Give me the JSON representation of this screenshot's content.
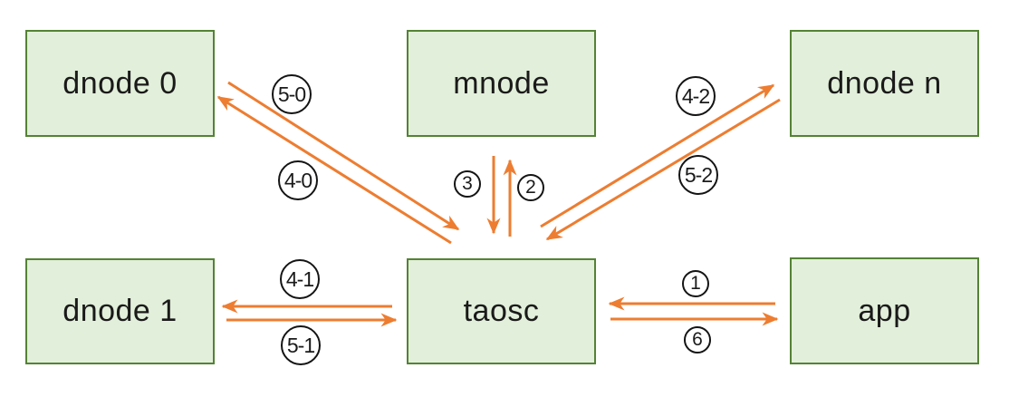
{
  "nodes": {
    "dnode0": {
      "label": "dnode 0"
    },
    "mnode": {
      "label": "mnode"
    },
    "dnoden": {
      "label": "dnode n"
    },
    "dnode1": {
      "label": "dnode 1"
    },
    "taosc": {
      "label": "taosc"
    },
    "app": {
      "label": "app"
    }
  },
  "edges": {
    "e5_0": {
      "label": "5-0",
      "from": "dnode 0",
      "to": "taosc"
    },
    "e4_0": {
      "label": "4-0",
      "from": "taosc",
      "to": "dnode 0"
    },
    "e3": {
      "label": "3",
      "from": "mnode",
      "to": "taosc"
    },
    "e2": {
      "label": "2",
      "from": "taosc",
      "to": "mnode"
    },
    "e4_2": {
      "label": "4-2",
      "from": "taosc",
      "to": "dnode n"
    },
    "e5_2": {
      "label": "5-2",
      "from": "dnode n",
      "to": "taosc"
    },
    "e4_1": {
      "label": "4-1",
      "from": "taosc",
      "to": "dnode 1"
    },
    "e5_1": {
      "label": "5-1",
      "from": "dnode 1",
      "to": "taosc"
    },
    "e1": {
      "label": "1",
      "from": "app",
      "to": "taosc"
    },
    "e6": {
      "label": "6",
      "from": "taosc",
      "to": "app"
    }
  },
  "colors": {
    "node_fill": "#e2efda",
    "node_border": "#548235",
    "arrow": "#ed7d31",
    "label_circle_border": "#141414",
    "text": "#1a1a1a"
  }
}
